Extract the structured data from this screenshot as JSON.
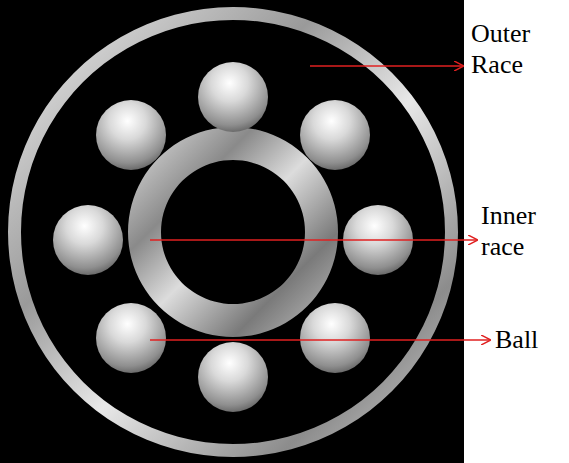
{
  "diagram": {
    "labels": [
      "Outer Race",
      "Inner race",
      "Ball"
    ]
  }
}
